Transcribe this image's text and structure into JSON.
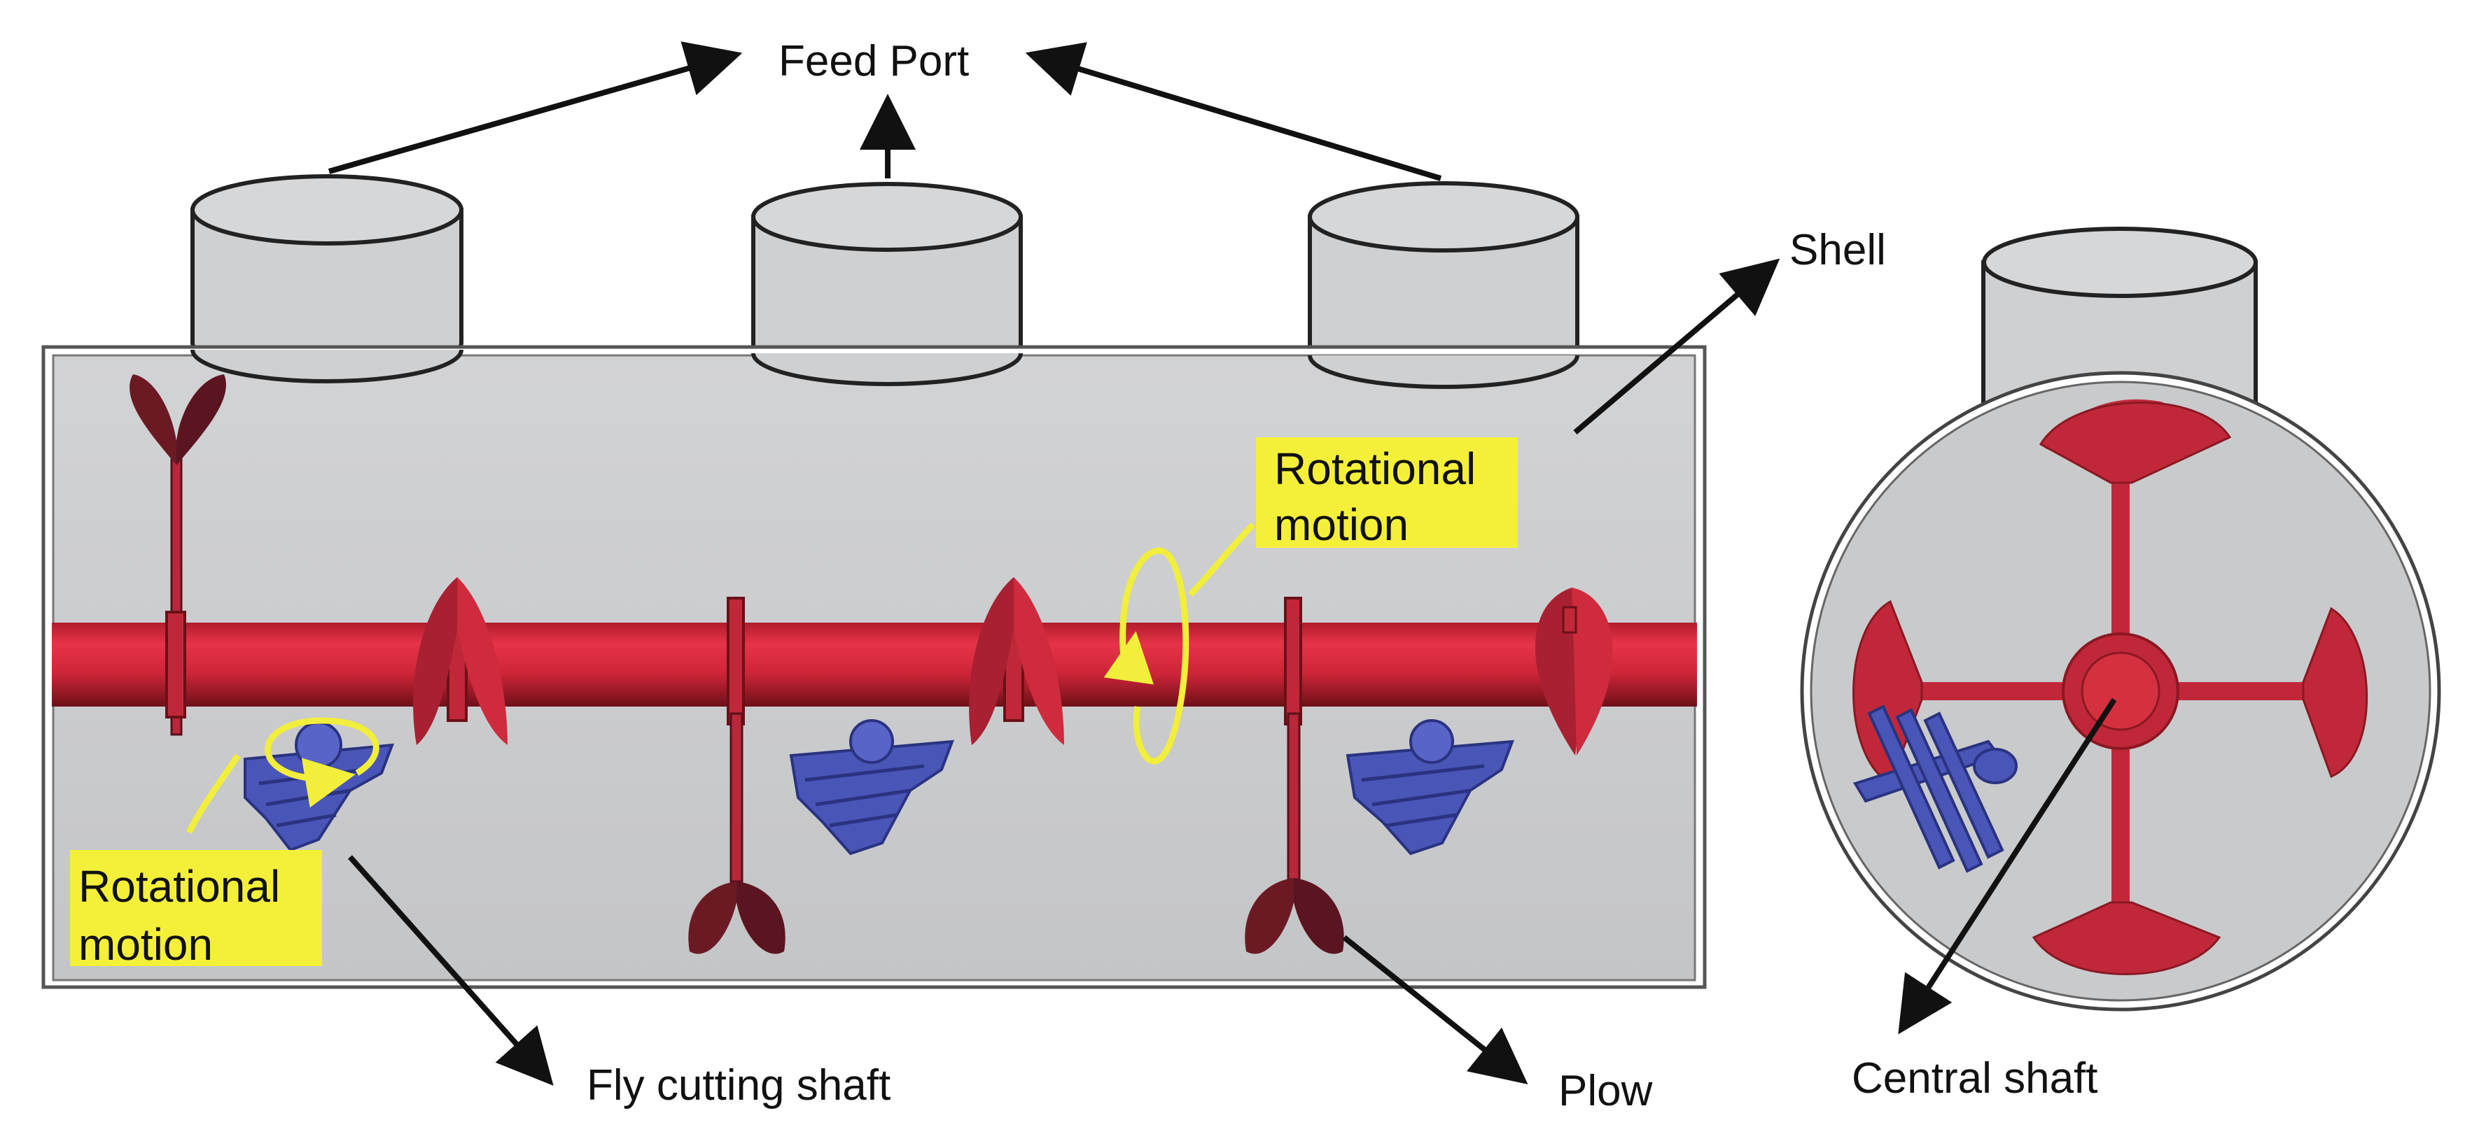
{
  "labels": {
    "feed_port": "Feed Port",
    "shell": "Shell",
    "rotational_motion_1_line1": "Rotational",
    "rotational_motion_1_line2": "motion",
    "rotational_motion_2_line1": "Rotational",
    "rotational_motion_2_line2": "motion",
    "fly_cutting_shaft": "Fly cutting shaft",
    "plow": "Plow",
    "central_shaft": "Central shaft"
  },
  "colors": {
    "shell_fill": "#c9cacc",
    "shaft_red": "#d0283a",
    "plow_dark": "#6b1a24",
    "cutter_blue": "#4a55b8",
    "highlight_yellow": "#f4f03a",
    "motion_arrow": "#f2ee3c"
  },
  "components": [
    "feed-port",
    "shell",
    "central-shaft",
    "plow",
    "fly-cutting-shaft"
  ]
}
